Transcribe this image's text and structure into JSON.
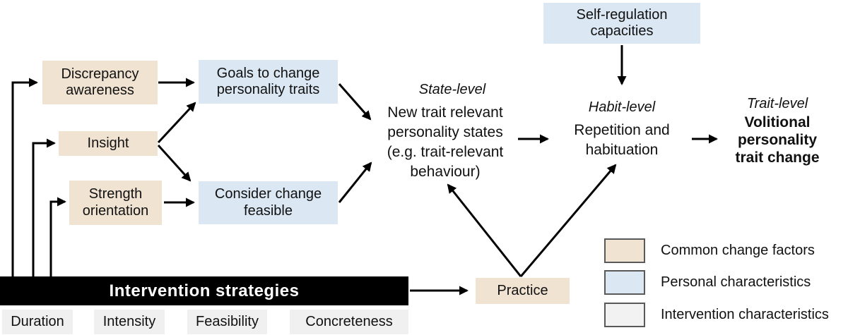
{
  "factors": {
    "discrepancy": "Discrepancy\nawareness",
    "insight": "Insight",
    "strength": "Strength\norientation"
  },
  "personal": {
    "goals": "Goals to change\npersonality traits",
    "feasible": "Consider change\nfeasible",
    "self_regulation": "Self-regulation\ncapacities"
  },
  "stages": {
    "state_label": "State-level",
    "state_text": "New trait relevant\npersonality states\n(e.g. trait-relevant\nbehaviour)",
    "habit_label": "Habit-level",
    "habit_text": "Repetition and\nhabituation",
    "trait_label": "Trait-level",
    "trait_text": "Volitional\npersonality\ntrait change"
  },
  "practice_label": "Practice",
  "intervention": {
    "title": "Intervention strategies",
    "characteristics": [
      "Duration",
      "Intensity",
      "Feasibility",
      "Concreteness"
    ]
  },
  "legend": [
    {
      "label": "Common change factors",
      "color": "#f1e3d2"
    },
    {
      "label": "Personal characteristics",
      "color": "#dbe8f4"
    },
    {
      "label": "Intervention characteristics",
      "color": "#f2f2f2"
    }
  ],
  "colors": {
    "common_change_factor": "#f1e3d2",
    "personal_characteristic": "#dbe8f4",
    "intervention_characteristic": "#f0f0f0",
    "intervention_bar": "#000000",
    "arrow": "#000000",
    "legend_border": "#595959"
  }
}
